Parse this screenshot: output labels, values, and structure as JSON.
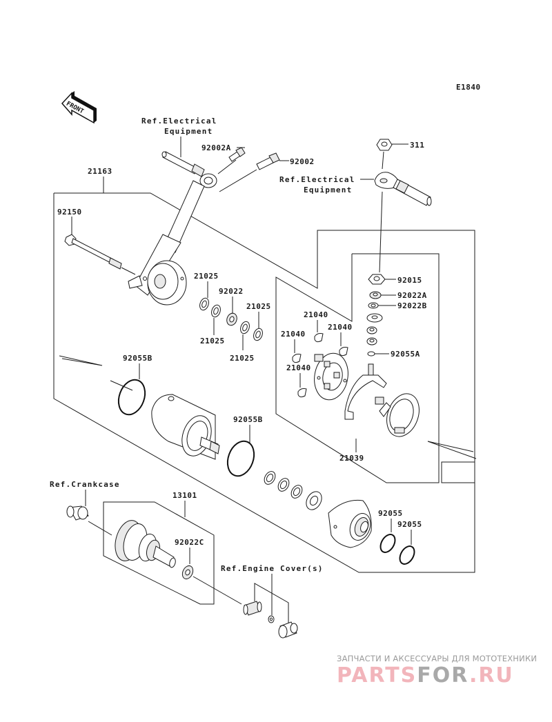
{
  "diagram": {
    "code": "E1840",
    "front_label": "FRONT",
    "references": {
      "electrical_1_line1": "Ref.Electrical",
      "electrical_1_line2": "Equipment",
      "electrical_2_line1": "Ref.Electrical",
      "electrical_2_line2": "Equipment",
      "crankcase": "Ref.Crankcase",
      "engine_cover": "Ref.Engine Cover(s)"
    },
    "parts": {
      "p92002A": "92002A",
      "p92002": "92002",
      "p311": "311",
      "p21163": "21163",
      "p92150": "92150",
      "p21025_a": "21025",
      "p92022": "92022",
      "p21025_b": "21025",
      "p21025_c": "21025",
      "p21025_d": "21025",
      "p92015": "92015",
      "p92022A": "92022A",
      "p92022B": "92022B",
      "p21040_a": "21040",
      "p21040_b": "21040",
      "p21040_c": "21040",
      "p21040_d": "21040",
      "p92055A": "92055A",
      "p92055B_a": "92055B",
      "p92055B_b": "92055B",
      "p21039": "21039",
      "p13101": "13101",
      "p92022C": "92022C",
      "p92055_a": "92055",
      "p92055_b": "92055"
    }
  },
  "watermark": {
    "tagline": "ЗАПЧАСТИ И АКСЕССУАРЫ ДЛЯ МОТОТЕХНИКИ",
    "brand_part1": "PARTS",
    "brand_part2": "FOR",
    "brand_part3": ".RU",
    "colors": {
      "pink": "#f2b5bb",
      "gray": "#a9a9a9"
    }
  }
}
